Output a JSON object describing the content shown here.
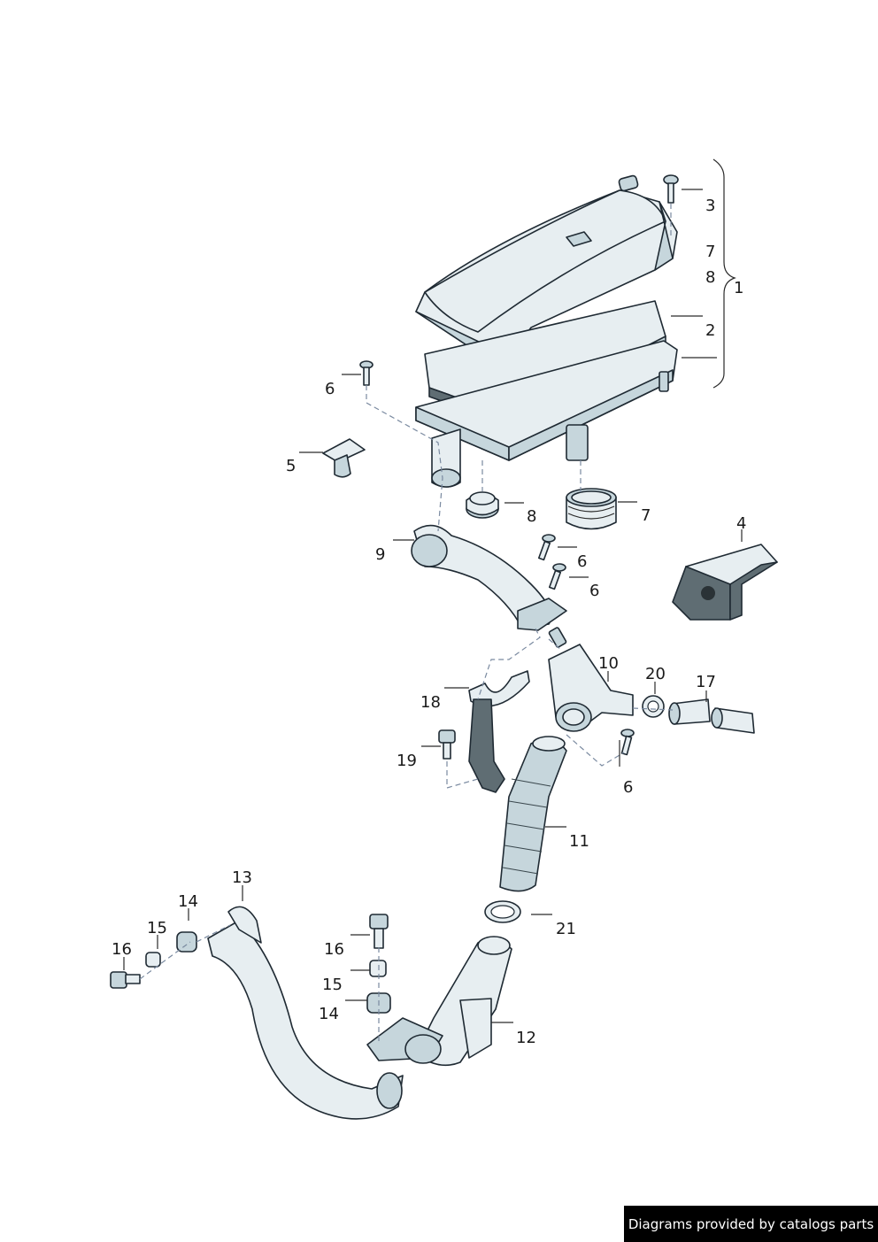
{
  "diagram": {
    "callouts": {
      "c1": "1",
      "c2": "2",
      "c3": "3",
      "c4": "4",
      "c5": "5",
      "c6a": "6",
      "c6b": "6",
      "c6c": "6",
      "c6d": "6",
      "c7a": "7",
      "c7b": "7",
      "c8a": "8",
      "c8b": "8",
      "c9": "9",
      "c10": "10",
      "c11": "11",
      "c12": "12",
      "c13": "13",
      "c14a": "14",
      "c14b": "14",
      "c15a": "15",
      "c15b": "15",
      "c16a": "16",
      "c16b": "16",
      "c17": "17",
      "c18": "18",
      "c19": "19",
      "c20": "20",
      "c21": "21"
    }
  },
  "footer": {
    "credit": "Diagrams provided by catalogs parts"
  }
}
